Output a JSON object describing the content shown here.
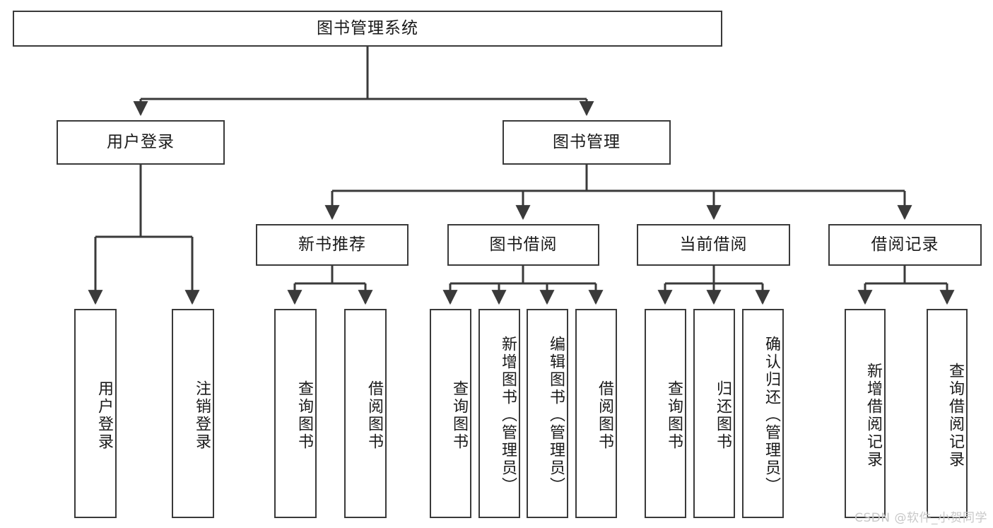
{
  "diagram": {
    "title": "图书管理系统",
    "watermark": "CSDN @软件_小贺同学",
    "colors": {
      "background": "#ffffff",
      "stroke": "#3a3a3a",
      "text": "#1a1a1a",
      "watermark": "#c8c8c8"
    },
    "root": {
      "label": "图书管理系统"
    },
    "level1": [
      {
        "label": "用户登录"
      },
      {
        "label": "图书管理"
      }
    ],
    "level2": [
      {
        "label": "新书推荐"
      },
      {
        "label": "图书借阅"
      },
      {
        "label": "当前借阅"
      },
      {
        "label": "借阅记录"
      }
    ],
    "leaves": {
      "user_login": [
        {
          "label": "用户登录"
        },
        {
          "label": "注销登录"
        }
      ],
      "new_book": [
        {
          "label": "查询图书"
        },
        {
          "label": "借阅图书"
        }
      ],
      "borrow": [
        {
          "label": "查询图书"
        },
        {
          "label": "新增图书（管理员）"
        },
        {
          "label": "编辑图书（管理员）"
        },
        {
          "label": "借阅图书"
        }
      ],
      "current": [
        {
          "label": "查询图书"
        },
        {
          "label": "归还图书"
        },
        {
          "label": "确认归还（管理员）"
        }
      ],
      "records": [
        {
          "label": "新增借阅记录"
        },
        {
          "label": "查询借阅记录"
        }
      ]
    }
  }
}
